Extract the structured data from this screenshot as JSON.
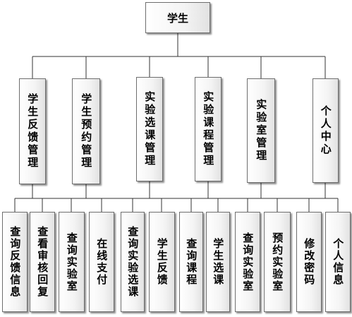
{
  "root": {
    "label": "学生"
  },
  "modules": [
    {
      "label": "学生反馈管理",
      "children": [
        "查询反馈信息",
        "查看审核回复"
      ]
    },
    {
      "label": "学生预约管理",
      "children": [
        "查询实验室",
        "在线支付"
      ]
    },
    {
      "label": "实验选课管理",
      "children": [
        "查询实验选课",
        "学生反馈"
      ]
    },
    {
      "label": "实验课程管理",
      "children": [
        "查询课程",
        "学生选课"
      ]
    },
    {
      "label": "实验室管理",
      "children": [
        "查询实验室",
        "预约实验室"
      ]
    },
    {
      "label": "个人中心",
      "children": [
        "修改密码",
        "个人信息"
      ]
    }
  ]
}
